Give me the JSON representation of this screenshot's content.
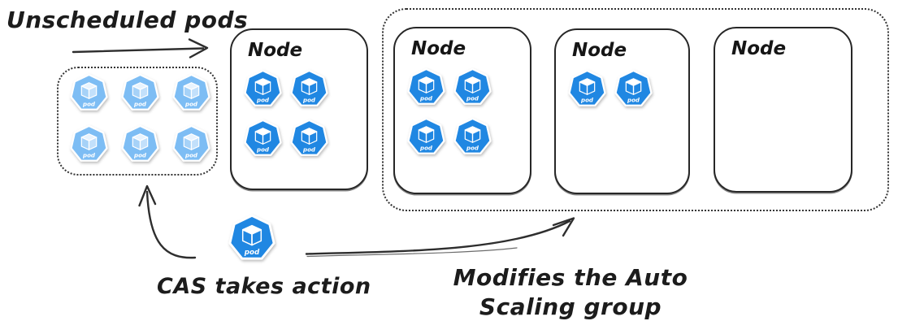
{
  "title": {
    "label": "Unscheduled pods"
  },
  "unscheduled_group": {
    "pod_count": 6,
    "pod_style": "light"
  },
  "nodes": [
    {
      "label": "Node",
      "pod_count": 4
    },
    {
      "label": "Node",
      "pod_count": 4
    },
    {
      "label": "Node",
      "pod_count": 2
    },
    {
      "label": "Node",
      "pod_count": 0
    }
  ],
  "cas": {
    "label": "CAS takes action",
    "pod_count": 1
  },
  "asg_caption": {
    "line1": "Modifies the Auto",
    "line2": "Scaling group"
  },
  "pod_icon": {
    "label": "pod"
  },
  "colors": {
    "ink": "#2e2e2e",
    "pod_dark_body": "#2087e2",
    "pod_light_body": "#7dbdf4",
    "pod_light_cube_top": "#e9f4fe",
    "pod_light_cube_left": "#a6d2f8",
    "pod_light_cube_right": "#c2e0fb",
    "pod_rim": "#ffffff"
  }
}
